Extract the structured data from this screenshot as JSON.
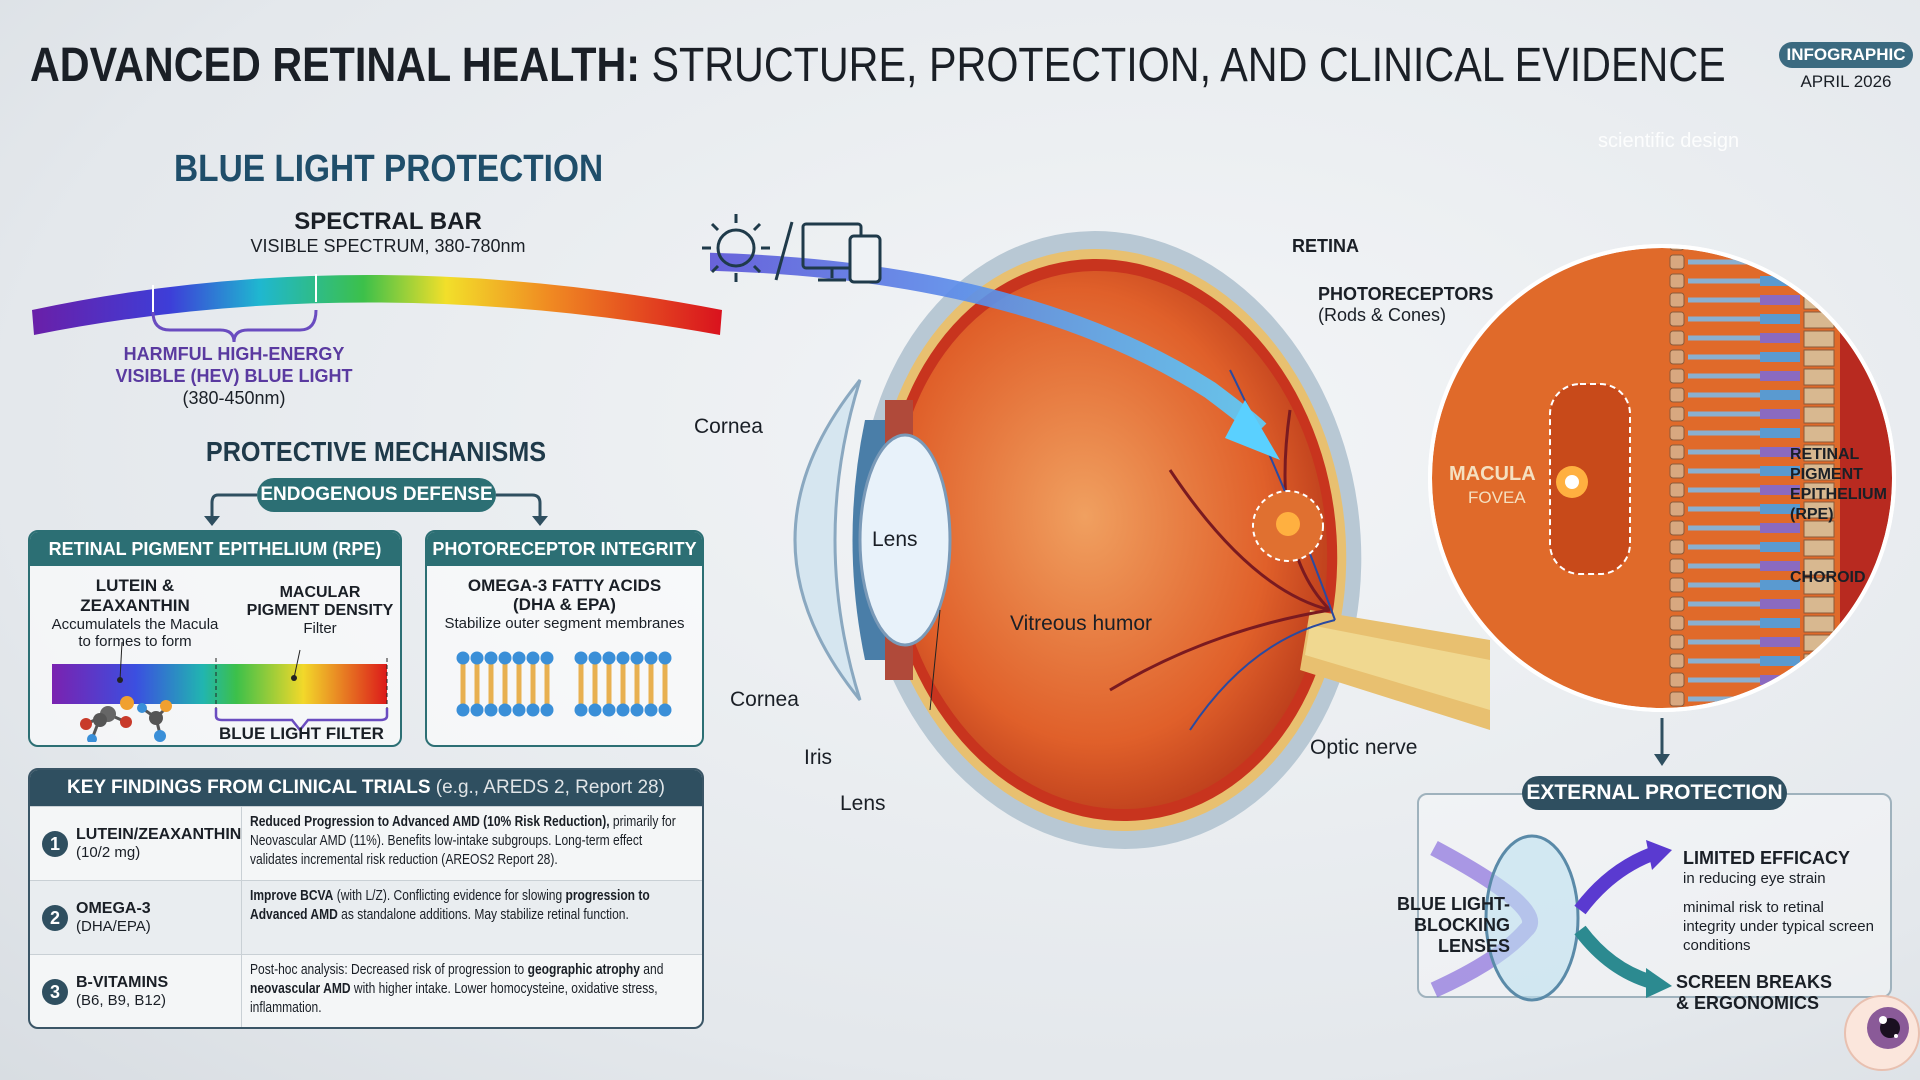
{
  "header": {
    "title_bold": "ADVANCED RETINAL HEALTH:",
    "title_rest": " STRUCTURE, PROTECTION, AND CLINICAL EVIDENCE",
    "badge": "INFOGRAPHIC",
    "date": "APRIL 2026",
    "watermark": "scientific design"
  },
  "blue_light": {
    "heading": "BLUE LIGHT PROTECTION",
    "spectral_title": "SPECTRAL BAR",
    "spectral_subtitle": "VISIBLE SPECTRUM, 380-780nm",
    "hev_line1": "HARMFUL HIGH-ENERGY",
    "hev_line2": "VISIBLE (HEV) BLUE LIGHT",
    "hev_range": "(380-450nm)"
  },
  "mechanisms": {
    "heading": "PROTECTIVE MECHANISMS",
    "pill": "ENDOGENOUS DEFENSE",
    "rpe": {
      "header": "RETINAL PIGMENT EPITHELIUM (RPE)",
      "lutein_title": "LUTEIN & ZEAXANTHIN",
      "lutein_desc1": "Accumulatels the Macula",
      "lutein_desc2": "to formes to form",
      "mpd_1": "MACULAR",
      "mpd_2": "PIGMENT DENSITY",
      "mpd_3": "Filter",
      "filter_label": "BLUE LIGHT FILTER"
    },
    "photo": {
      "header": "PHOTORECEPTOR INTEGRITY",
      "title1": "OMEGA-3 FATTY ACIDS",
      "title2": "(DHA & EPA)",
      "desc": "Stabilize outer segment membranes"
    }
  },
  "trials": {
    "heading": "KEY FINDINGS FROM CLINICAL TRIALS",
    "heading_note": " (e.g., AREDS 2, Report 28)",
    "rows": [
      {
        "num": "1",
        "name": "LUTEIN/ZEAXANTHIN",
        "sub": "(10/2 mg)",
        "bold": "Reduced Progression to Advanced AMD (10% Risk Reduction),",
        "text": " primarily for Neovascular AMD (11%). Benefits low-intake subgroups. Long-term effect validates incremental risk reduction (AREOS2 Report 28)."
      },
      {
        "num": "2",
        "name": "OMEGA-3",
        "sub": "(DHA/EPA)",
        "bold": "Improve BCVA",
        "text": " (with L/Z). Conflicting evidence for slowing ",
        "bold2": "progression to Advanced AMD",
        "text2": " as standalone additions. May stabilize retinal function."
      },
      {
        "num": "3",
        "name": "B-VITAMINS",
        "sub": "(B6, B9, B12)",
        "text": "Post-hoc analysis: Decreased risk of progression to ",
        "bold": "geographic atrophy",
        "text2": " and ",
        "bold2": "neovascular AMD",
        "text3": " with higher intake. Lower homocysteine, oxidative stress, inflammation."
      }
    ]
  },
  "eye": {
    "retina": "RETINA",
    "photoreceptors": "PHOTORECEPTORS",
    "photoreceptors_sub": "(Rods & Cones)",
    "cornea_top": "Cornea",
    "cornea_bottom": "Cornea",
    "lens": "Lens",
    "lens_bottom": "Lens",
    "iris": "Iris",
    "vitreous": "Vitreous humor",
    "optic_nerve": "Optic nerve"
  },
  "inset": {
    "macula": "MACULA",
    "fovea": "FOVEA",
    "rpe_1": "RETINAL",
    "rpe_2": "PIGMENT",
    "rpe_3": "EPITHELIUM",
    "rpe_4": "(RPE)",
    "choroid": "CHOROID"
  },
  "external": {
    "heading": "EXTERNAL PROTECTION",
    "lens_1": "BLUE LIGHT-",
    "lens_2": "BLOCKING",
    "lens_3": "LENSES",
    "efficacy": "LIMITED EFFICACY",
    "efficacy_sub": "in reducing eye strain",
    "risk_1": "minimal risk to retinal",
    "risk_2": "integrity under typical screen",
    "risk_3": "conditions",
    "breaks_1": "SCREEN BREAKS",
    "breaks_2": "& ERGONOMICS"
  },
  "icons": [
    "sun-icon",
    "monitor-icon",
    "phone-icon",
    "molecule-icon",
    "lipid-bilayer-icon",
    "eyeball-mascot-icon"
  ],
  "colors": {
    "teal": "#2c6f74",
    "navy": "#2f4f60",
    "heading_blue": "#1f4e6a",
    "hev_purple": "#5a3aa0",
    "retina_orange": "#e0602a"
  }
}
